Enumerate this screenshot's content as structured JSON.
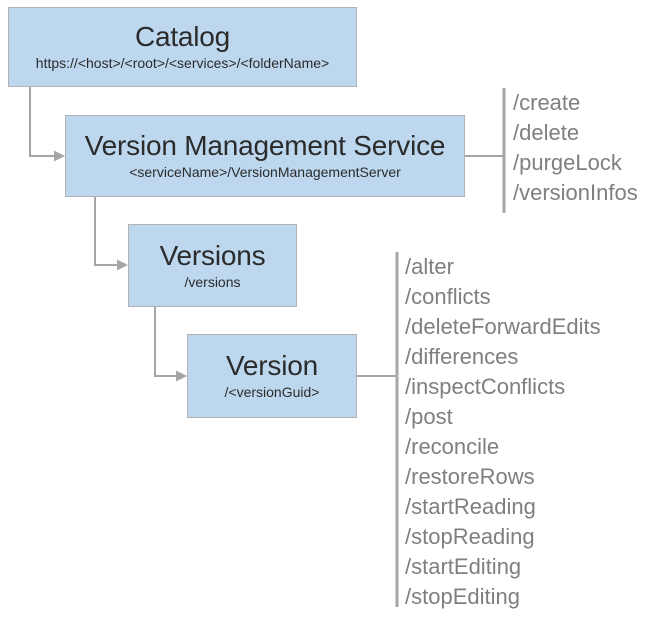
{
  "diagram": {
    "nodes": {
      "catalog": {
        "title": "Catalog",
        "subtitle": "https://<host>/<root>/<services>/<folderName>"
      },
      "version_management_service": {
        "title": "Version Management Service",
        "subtitle": "<serviceName>/VersionManagementServer"
      },
      "versions": {
        "title": "Versions",
        "subtitle": "/versions"
      },
      "version": {
        "title": "Version",
        "subtitle": "/<versionGuid>"
      }
    },
    "operations": {
      "version_management_service": [
        "/create",
        "/delete",
        "/purgeLock",
        "/versionInfos"
      ],
      "version": [
        "/alter",
        "/conflicts",
        "/deleteForwardEdits",
        "/differences",
        "/inspectConflicts",
        "/post",
        "/reconcile",
        "/restoreRows",
        "/startReading",
        "/stopReading",
        "/startEditing",
        "/stopEditing"
      ]
    },
    "colors": {
      "node_fill": "#bdd7ee",
      "node_border": "#b2b2b2",
      "connector": "#a6a6a6",
      "operation_text": "#7f7f7f",
      "title_text": "#2b2b2b",
      "canvas_bg": "#ffffff"
    }
  }
}
